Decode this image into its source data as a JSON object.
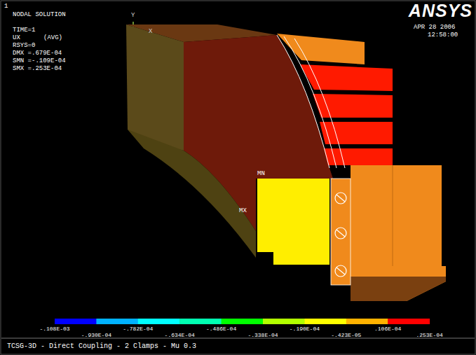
{
  "diagram": {
    "caption": "TCSG-3D - Direct Coupling - 2 Clamps - Mu 0.3",
    "labels": [
      "1",
      "NODAL SOLUTION",
      "TIME=1",
      "UX",
      "(AVG)",
      "RSYS=0",
      "DMX =.679E-04",
      "SMN =-.109E-04",
      "SMX =.253E-04",
      "Y",
      "X",
      "ANSYS",
      "APR 28 2006",
      "12:58:00",
      "MN",
      "MX",
      "-.108E-03",
      "-.930E-04",
      "-.782E-04",
      "-.634E-04",
      "-.486E-04",
      "-.338E-04",
      "-.190E-04",
      "-.423E-05",
      ".106E-04",
      ".253E-04"
    ]
  }
}
